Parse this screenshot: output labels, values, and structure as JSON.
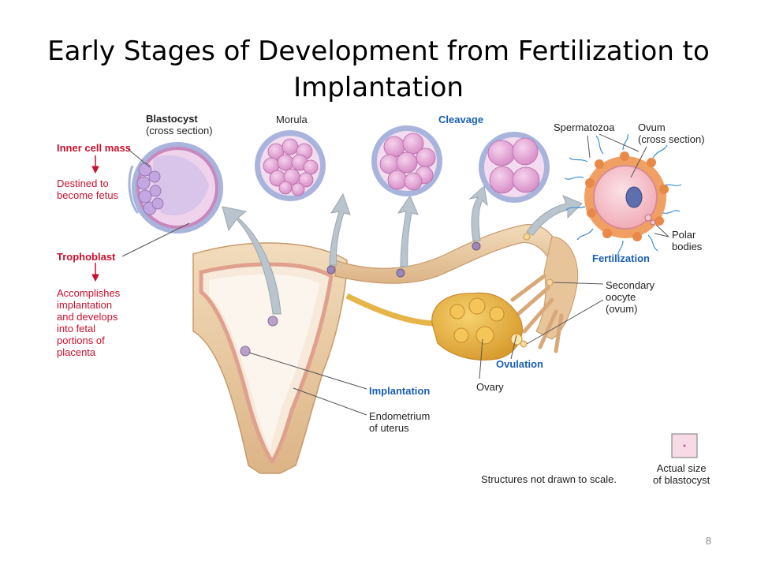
{
  "slide": {
    "title_line1": "Early Stages of Development from Fertilization to",
    "title_line2": "Implantation",
    "page_number": "8"
  },
  "labels": {
    "blastocyst": "Blastocyst",
    "blastocyst_sub": "(cross section)",
    "morula": "Morula",
    "cleavage": "Cleavage",
    "spermatozoa": "Spermatozoa",
    "ovum": "Ovum",
    "ovum_sub": "(cross section)",
    "inner_cell_mass": "Inner cell mass",
    "destined_1": "Destined to",
    "destined_2": "become fetus",
    "trophoblast": "Trophoblast",
    "accomplishes_1": "Accomplishes",
    "accomplishes_2": "implantation",
    "accomplishes_3": "and develops",
    "accomplishes_4": "into fetal",
    "accomplishes_5": "portions of",
    "accomplishes_6": "placenta",
    "polar_1": "Polar",
    "polar_2": "bodies",
    "fertilization": "Fertilization",
    "secondary_1": "Secondary",
    "secondary_2": "oocyte",
    "secondary_3": "(ovum)",
    "ovulation": "Ovulation",
    "ovary": "Ovary",
    "implantation": "Implantation",
    "endometrium_1": "Endometrium",
    "endometrium_2": "of uterus",
    "not_to_scale": "Structures not drawn to scale.",
    "actual_1": "Actual size",
    "actual_2": "of blastocyst"
  },
  "colors": {
    "label_red": "#c8102e",
    "label_blue": "#1a5fb4",
    "arrow_gray": "#b9c4cc",
    "tissue_tan": "#e8c9a0",
    "tissue_pink": "#e09a8a",
    "ovary_yellow": "#e8b84a",
    "cell_pink": "#e6a9d8",
    "ring_blue": "#a9b4dc"
  }
}
